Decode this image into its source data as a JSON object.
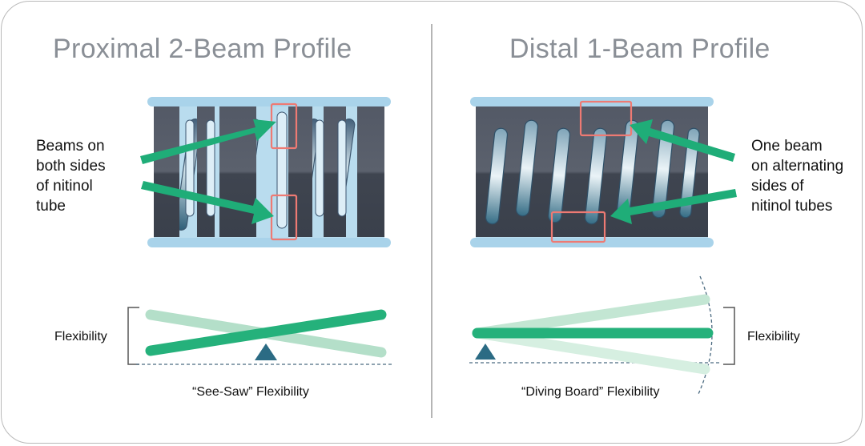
{
  "left": {
    "title": "Proximal 2-Beam Profile",
    "description_lines": [
      "Beams on",
      "both sides",
      "of nitinol",
      "tube"
    ],
    "flex_label": "Flexibility",
    "caption": "“See-Saw” Flexibility"
  },
  "right": {
    "title": "Distal 1-Beam Profile",
    "description_lines": [
      "One beam",
      "on alternating",
      "sides of",
      "nitinol tubes"
    ],
    "flex_label": "Flexibility",
    "caption": "“Diving Board” Flexibility"
  },
  "colors": {
    "tube_dark": "#444a55",
    "tube_light": "#a9d3ea",
    "arrow_green": "#1fad78",
    "beam_green": "#25b17b",
    "beam_ghost": "#b4dfc9",
    "highlight_box": "#ee7a73",
    "pivot": "#2b6b84"
  }
}
